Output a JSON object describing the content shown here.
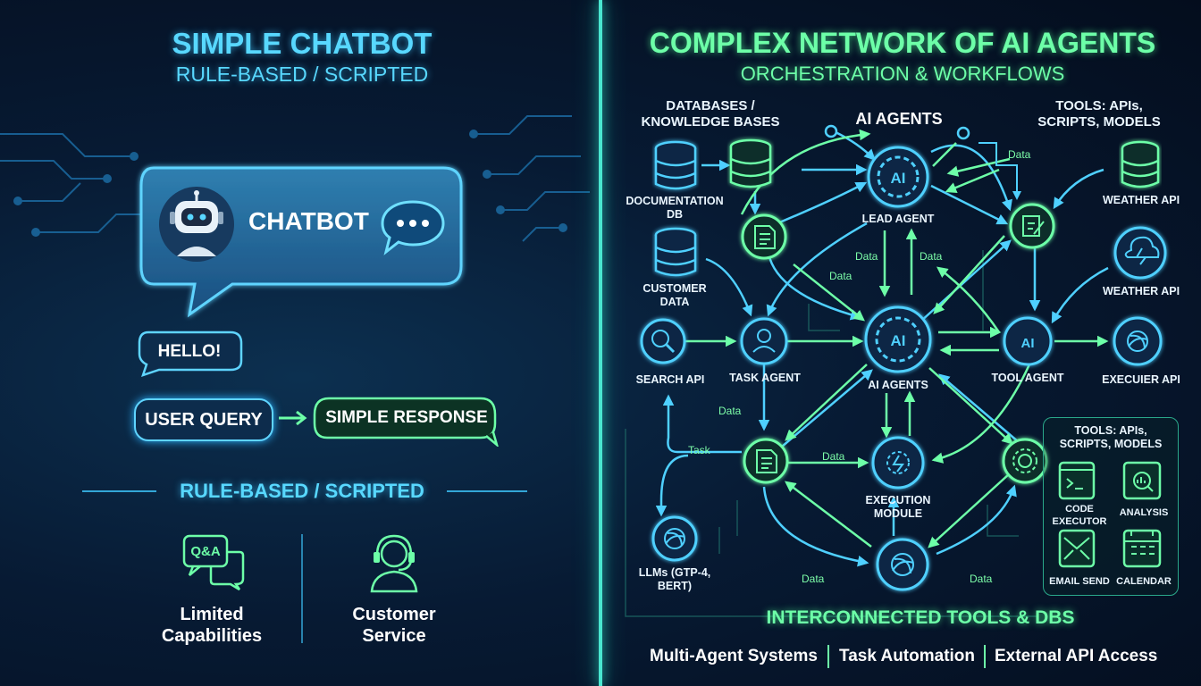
{
  "colors": {
    "background": "#061530",
    "cyan": "#3ec8ff",
    "green": "#5dff9c",
    "divider": "#49e6cf"
  },
  "left": {
    "title": "SIMPLE CHATBOT",
    "subtitle": "RULE-BASED / SCRIPTED",
    "chatbot_label": "CHATBOT",
    "hello": "HELLO!",
    "user_query": "USER QUERY",
    "simple_response": "SIMPLE RESPONSE",
    "section_title": "RULE-BASED / SCRIPTED",
    "qa_icon_text": "Q&A",
    "features": [
      {
        "label": "Limited\nCapabilities",
        "icon": "qa-chat-icon"
      },
      {
        "label": "Customer\nService",
        "icon": "headset-agent-icon"
      }
    ]
  },
  "right": {
    "title": "COMPLEX NETWORK OF AI AGENTS",
    "subtitle": "ORCHESTRATION & WORKFLOWS",
    "databases_header": "DATABASES /\nKNOWLEDGE BASES",
    "ai_agents_header": "AI AGENTS",
    "tools_header": "TOOLS: APIs,\nSCRIPTS, MODELS",
    "ai_badge": "AI",
    "nodes": {
      "documentation_db": "DOCUMENTATION\nDB",
      "customer_data": "CUSTOMER\nDATA",
      "search_api": "SEARCH API",
      "llms": "LLMs (GTP-4,\nBERT)",
      "lead_agent": "LEAD AGENT",
      "task_agent": "TASK AGENT",
      "ai_agents": "AI AGENTS",
      "tool_agent": "TOOL AGENT",
      "execution_module": "EXECUTION\nMODULE",
      "weather_api_1": "WEATHER API",
      "weather_api_2": "WEATHER API",
      "executor_api": "EXECUIER API"
    },
    "edge_labels": {
      "data": "Data",
      "task": "Task"
    },
    "tools_box": {
      "header": "TOOLS: APIs,\nSCRIPTS, MODELS",
      "items": [
        {
          "label": "CODE\nEXECUTOR",
          "icon": "terminal-icon"
        },
        {
          "label": "ANALYSIS",
          "icon": "analysis-icon"
        },
        {
          "label": "EMAIL SEND",
          "icon": "envelope-icon"
        },
        {
          "label": "CALENDAR",
          "icon": "calendar-icon"
        }
      ]
    },
    "interconnected": "INTERCONNECTED TOOLS & DBS",
    "footer": [
      "Multi-Agent Systems",
      "Task Automation",
      "External API Access"
    ]
  }
}
